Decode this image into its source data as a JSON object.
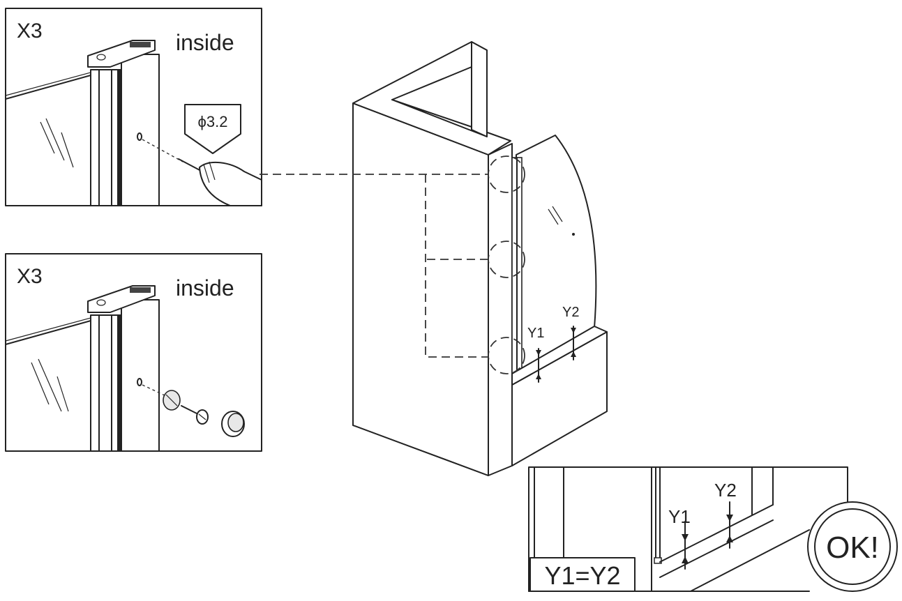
{
  "panel_drill": {
    "count_label": "X3",
    "side_label": "inside",
    "drill_size": "ϕ3.2"
  },
  "panel_screw": {
    "count_label": "X3",
    "side_label": "inside"
  },
  "main_view": {
    "gap_label_1": "Y1",
    "gap_label_2": "Y2"
  },
  "detail_view": {
    "gap_label_1": "Y1",
    "gap_label_2": "Y2",
    "equation": "Y1=Y2",
    "ok_badge": "OK!"
  }
}
